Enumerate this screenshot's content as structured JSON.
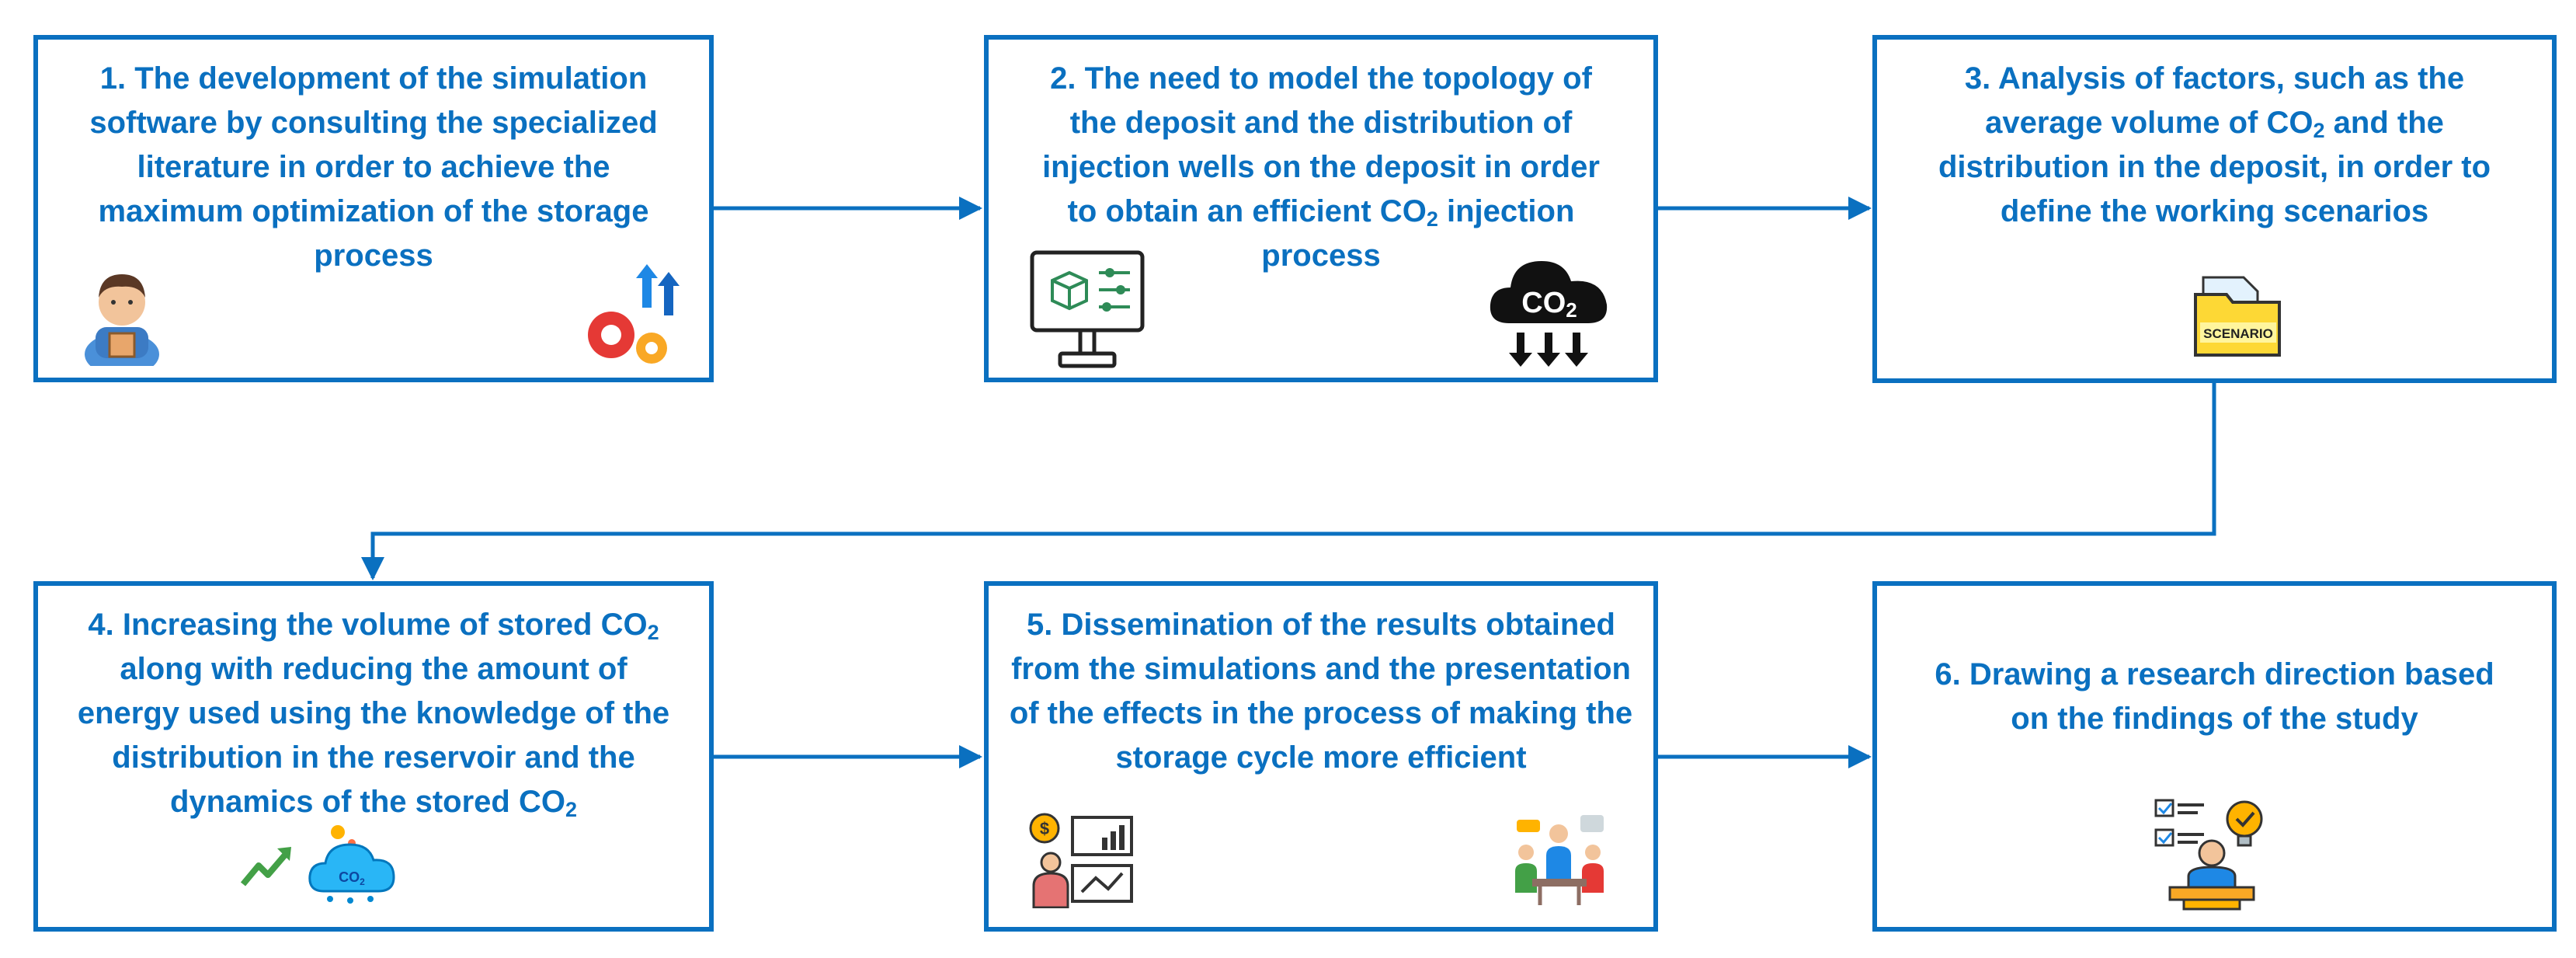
{
  "colors": {
    "accent": "#0A70C0",
    "background": "#ffffff"
  },
  "steps": [
    {
      "pre": "1. The development of the simulation software by consulting the specialized literature in order to achieve the maximum optimization of the storage process",
      "sub": "",
      "post": "",
      "icons": [
        "engineer-person-icon",
        "gears-growth-icon"
      ]
    },
    {
      "pre": "2. The need to model the topology of the deposit and the distribution of injection wells on the deposit in order to obtain an efficient CO",
      "sub": "2",
      "post": " injection process",
      "icons": [
        "3d-model-monitor-icon",
        "co2-cloud-icon"
      ]
    },
    {
      "pre": "3. Analysis of factors, such as the average volume of CO",
      "sub": "2",
      "post": " and the distribution in the deposit, in order to define the working scenarios",
      "icons": [
        "scenario-folder-icon"
      ]
    },
    {
      "pre": "4. Increasing the volume of stored CO",
      "sub": "2",
      "post": " along with reducing the amount of energy used using the knowledge of the distribution in the reservoir and the dynamics of the stored CO",
      "post_sub": "2",
      "icons": [
        "trend-arrow-icon",
        "co2-cloud-blue-icon"
      ]
    },
    {
      "pre": "5. Dissemination of the results obtained from the simulations and the presentation of the effects in the process of making the storage cycle more efficient",
      "sub": "",
      "post": "",
      "icons": [
        "financial-presenter-icon",
        "team-meeting-icon"
      ]
    },
    {
      "pre": "6. Drawing a research direction based on the findings of the study",
      "sub": "",
      "post": "",
      "icons": [
        "research-checklist-icon"
      ]
    }
  ],
  "icon_labels": {
    "co2": "CO",
    "co2_sub": "2",
    "scenario": "SCENARIO",
    "co2_small": "CO",
    "co2_small_sub": "2"
  }
}
